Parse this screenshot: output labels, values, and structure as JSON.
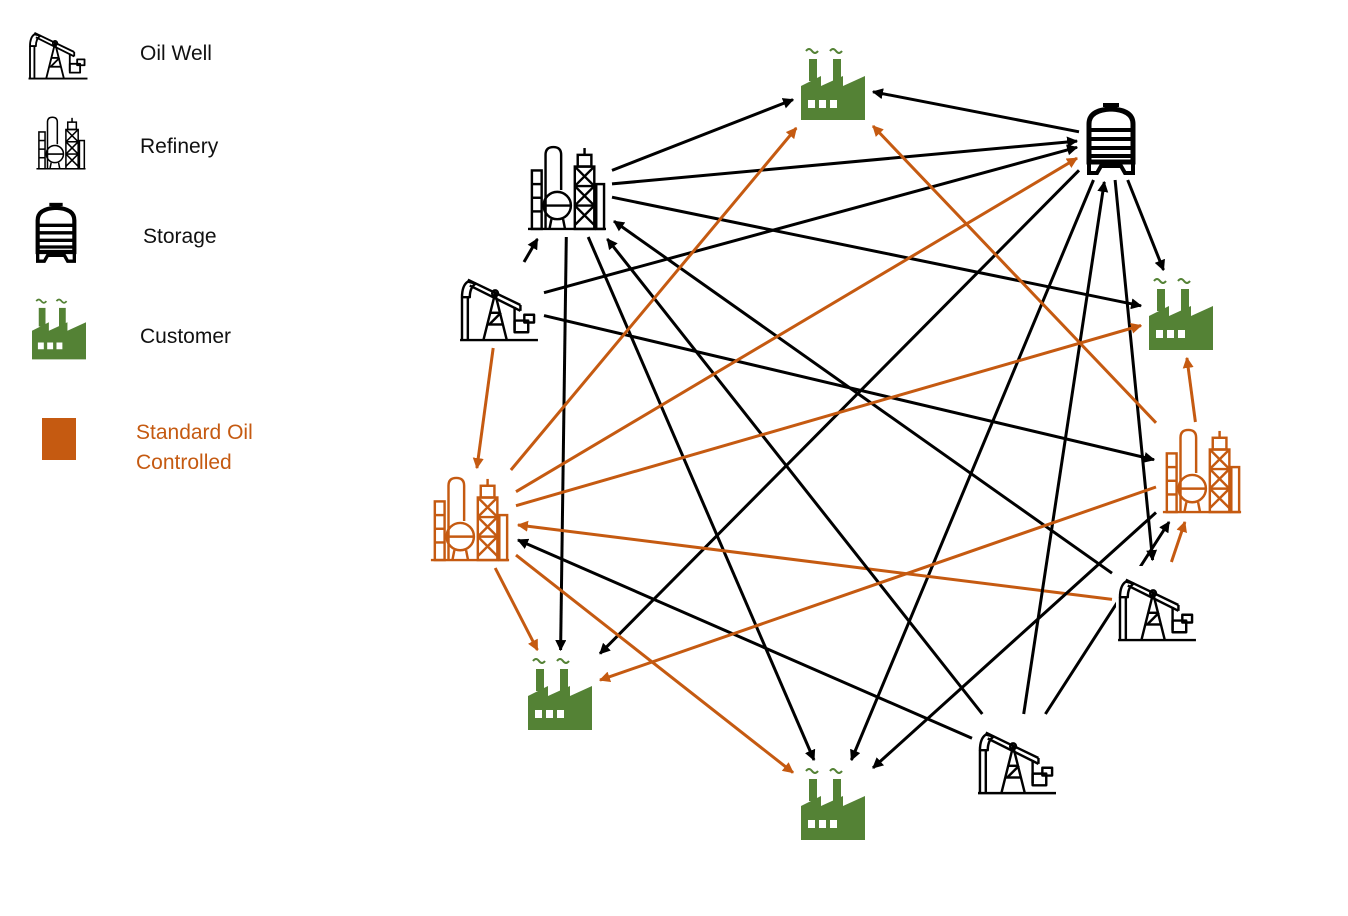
{
  "legend": {
    "oil_well": "Oil Well",
    "refinery": "Refinery",
    "storage": "Storage",
    "customer": "Customer",
    "standard_line1": "Standard Oil",
    "standard_line2": "Controlled"
  },
  "colors": {
    "black": "#000000",
    "standard_oil": "#c55a11",
    "customer": "#548235"
  },
  "icons": {
    "oil_well": "pumpjack-icon",
    "refinery": "refinery-icon",
    "storage": "storage-tank-icon",
    "customer": "factory-icon"
  },
  "nodes": [
    {
      "id": "cust_top",
      "type": "customer",
      "controlled": false
    },
    {
      "id": "storage",
      "type": "storage",
      "controlled": false
    },
    {
      "id": "ref_black",
      "type": "refinery",
      "controlled": false
    },
    {
      "id": "well_left",
      "type": "oil_well",
      "controlled": false
    },
    {
      "id": "cust_right",
      "type": "customer",
      "controlled": false
    },
    {
      "id": "ref_orange_right",
      "type": "refinery",
      "controlled": true
    },
    {
      "id": "ref_orange_left",
      "type": "refinery",
      "controlled": true
    },
    {
      "id": "well_right",
      "type": "oil_well",
      "controlled": false
    },
    {
      "id": "cust_bottom_left",
      "type": "customer",
      "controlled": false
    },
    {
      "id": "well_bottom",
      "type": "oil_well",
      "controlled": false
    },
    {
      "id": "cust_bottom",
      "type": "customer",
      "controlled": false
    }
  ],
  "edges": [
    {
      "from": "ref_black",
      "to": "cust_top",
      "controlled": false
    },
    {
      "from": "ref_black",
      "to": "storage",
      "controlled": false
    },
    {
      "from": "ref_black",
      "to": "cust_right",
      "controlled": false
    },
    {
      "from": "ref_black",
      "to": "cust_bottom_left",
      "controlled": false
    },
    {
      "from": "ref_black",
      "to": "cust_bottom",
      "controlled": false
    },
    {
      "from": "storage",
      "to": "cust_top",
      "controlled": false
    },
    {
      "from": "storage",
      "to": "cust_right",
      "controlled": false
    },
    {
      "from": "storage",
      "to": "cust_bottom_left",
      "controlled": false
    },
    {
      "from": "storage",
      "to": "cust_bottom",
      "controlled": false
    },
    {
      "from": "storage",
      "to": "well_right",
      "controlled": false
    },
    {
      "from": "well_left",
      "to": "ref_black",
      "controlled": false
    },
    {
      "from": "well_left",
      "to": "storage",
      "controlled": false
    },
    {
      "from": "well_left",
      "to": "ref_orange_right",
      "controlled": false
    },
    {
      "from": "well_left",
      "to": "ref_orange_left",
      "controlled": true
    },
    {
      "from": "well_right",
      "to": "ref_black",
      "controlled": false
    },
    {
      "from": "well_right",
      "to": "ref_orange_left",
      "controlled": true
    },
    {
      "from": "well_right",
      "to": "ref_orange_right",
      "controlled": true
    },
    {
      "from": "well_bottom",
      "to": "ref_black",
      "controlled": false
    },
    {
      "from": "well_bottom",
      "to": "storage",
      "controlled": false
    },
    {
      "from": "well_bottom",
      "to": "ref_orange_left",
      "controlled": false
    },
    {
      "from": "well_bottom",
      "to": "ref_orange_right",
      "controlled": false
    },
    {
      "from": "ref_orange_left",
      "to": "cust_top",
      "controlled": true
    },
    {
      "from": "ref_orange_left",
      "to": "storage",
      "controlled": true
    },
    {
      "from": "ref_orange_left",
      "to": "cust_right",
      "controlled": true
    },
    {
      "from": "ref_orange_left",
      "to": "cust_bottom_left",
      "controlled": true
    },
    {
      "from": "ref_orange_left",
      "to": "cust_bottom",
      "controlled": true
    },
    {
      "from": "ref_orange_right",
      "to": "cust_top",
      "controlled": true
    },
    {
      "from": "ref_orange_right",
      "to": "cust_right",
      "controlled": true
    },
    {
      "from": "ref_orange_right",
      "to": "cust_bottom_left",
      "controlled": true
    },
    {
      "from": "ref_orange_right",
      "to": "cust_bottom",
      "controlled": false
    }
  ]
}
